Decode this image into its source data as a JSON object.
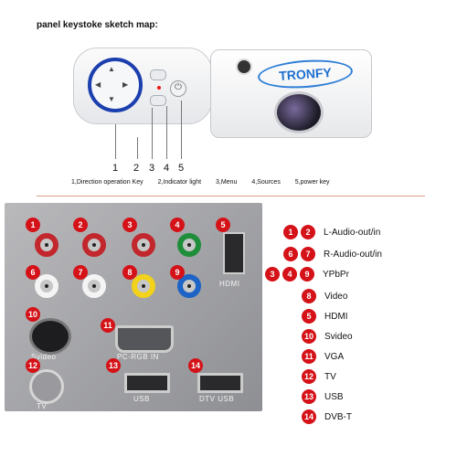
{
  "title": "panel keystoke sketch map:",
  "brand": "TRONFY",
  "panel_numbers": [
    "1",
    "2",
    "3",
    "4",
    "5"
  ],
  "legend": [
    "1,Direction operation Key",
    "2,Indicator light",
    "3,Menu",
    "4,Sources",
    "5,power key"
  ],
  "port_labels": {
    "hdmi": "HDMI",
    "svideo": "Svideo",
    "pcrgb": "PC-RGB IN",
    "tv": "TV",
    "usb": "USB",
    "dtvusb": "DTV USB"
  },
  "port_badges": [
    "1",
    "2",
    "3",
    "4",
    "5",
    "6",
    "7",
    "8",
    "9",
    "10",
    "11",
    "12",
    "13",
    "14"
  ],
  "list": [
    {
      "badges": [
        "1",
        "2"
      ],
      "text": "L-Audio-out/in"
    },
    {
      "badges": [
        "6",
        "7"
      ],
      "text": "R-Audio-out/in"
    },
    {
      "badges": [
        "3",
        "4",
        "9"
      ],
      "text": "YPbPr"
    },
    {
      "badges": [
        "8"
      ],
      "text": "Video"
    },
    {
      "badges": [
        "5"
      ],
      "text": "HDMI"
    },
    {
      "badges": [
        "10"
      ],
      "text": "Svideo"
    },
    {
      "badges": [
        "11"
      ],
      "text": "VGA"
    },
    {
      "badges": [
        "12"
      ],
      "text": "TV"
    },
    {
      "badges": [
        "13"
      ],
      "text": "USB"
    },
    {
      "badges": [
        "14"
      ],
      "text": "DVB-T"
    }
  ],
  "colors": {
    "badge": "#d41218",
    "accent_blue": "#1b3fae",
    "brand": "#1d6fd0"
  }
}
